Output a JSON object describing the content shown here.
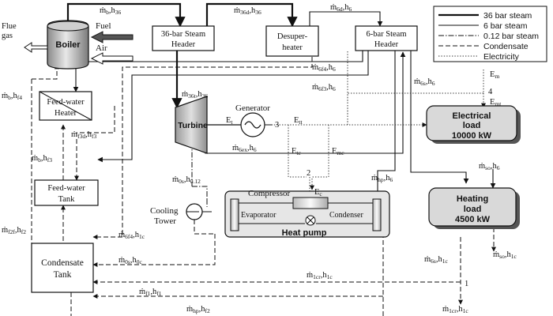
{
  "legend": {
    "items": [
      {
        "label": "36 bar steam",
        "style": "s36"
      },
      {
        "label": "6 bar steam",
        "style": "s6"
      },
      {
        "label": "0.12 bar steam",
        "style": "s012"
      },
      {
        "label": "Condensate",
        "style": "cond"
      },
      {
        "label": "Electricity",
        "style": "elec"
      }
    ]
  },
  "components": {
    "boiler": "Boiler",
    "header36": [
      "36-bar Steam",
      "Header"
    ],
    "desuperheater": [
      "Desuper-",
      "heater"
    ],
    "header6": [
      "6-bar Steam",
      "Header"
    ],
    "feedwater_heater": [
      "Feed-water",
      "Heater"
    ],
    "feedwater_tank": [
      "Feed-water",
      "Tank"
    ],
    "condensate_tank": [
      "Condensate",
      "Tank"
    ],
    "turbine": "Turbine",
    "generator": "Generator",
    "electrical_load": [
      "Electrical",
      "load",
      "10000 kW"
    ],
    "heating_load": [
      "Heating",
      "load",
      "4500 kW"
    ],
    "cooling_tower": [
      "Cooling",
      "Tower"
    ],
    "compressor": "Compressor",
    "evaporator": "Evaporator",
    "condenser": "Condenser",
    "heat_pump": "Heat pump",
    "flue_gas": [
      "Flue",
      "gas"
    ],
    "fuel": "Fuel",
    "air": "Air"
  },
  "labels": {
    "mb_h36": {
      "m": "ṁ",
      "s1": "b",
      "h": ",h",
      "s2": "36"
    },
    "m36d_h36": {
      "m": "ṁ",
      "s1": "36d",
      "h": ",h",
      "s2": "36"
    },
    "m6d_h6": {
      "m": "ṁ",
      "s1": "6d",
      "h": ",h",
      "s2": "6"
    },
    "m6f4_h6": {
      "m": "ṁ",
      "s1": "6f4",
      "h": ",h",
      "s2": "6"
    },
    "m6f3_h6": {
      "m": "ṁ",
      "s1": "6f3",
      "h": ",h",
      "s2": "6"
    },
    "mb_hf4": {
      "m": "ṁ",
      "s1": "b",
      "h": ",h",
      "s2": "f4"
    },
    "mf3d_hf3": {
      "m": "ṁ",
      "s1": "f3d",
      "h": ",h",
      "s2": "f3"
    },
    "mb_hf3": {
      "m": "ṁ",
      "s1": "b",
      "h": ",h",
      "s2": "f3"
    },
    "m36t_h36": {
      "m": "ṁ",
      "s1": "36t",
      "h": ",h",
      "s2": "36"
    },
    "m6ex_h6": {
      "m": "ṁ",
      "s1": "6ex",
      "h": ",h",
      "s2": "6"
    },
    "m0s_h012": {
      "m": "ṁ",
      "s1": "0s",
      "h": ",h",
      "s2": "0.12"
    },
    "m6s_h6": {
      "m": "ṁ",
      "s1": "6s",
      "h": ",h",
      "s2": "6"
    },
    "mhp_h6": {
      "m": "ṁ",
      "s1": "hp",
      "h": ",h",
      "s2": "6"
    },
    "mso_h6": {
      "m": "ṁ",
      "s1": "so",
      "h": ",h",
      "s2": "6"
    },
    "mso_h1c": {
      "m": "ṁ",
      "s1": "so",
      "h": ",h",
      "s2": "1c"
    },
    "mf2f_hf2": {
      "m": "ṁ",
      "s1": "f2f",
      "h": ",h",
      "s2": "f2"
    },
    "m6f4_h1c": {
      "m": "ṁ",
      "s1": "6f4",
      "h": ",h",
      "s2": "1c"
    },
    "m0s_h0c": {
      "m": "ṁ",
      "s1": "0s",
      "h": ",h",
      "s2": "0c"
    },
    "m6s_h1c": {
      "m": "ṁ",
      "s1": "6s",
      "h": ",h",
      "s2": "1c"
    },
    "m1cr_h1c_mid": {
      "m": "ṁ",
      "s1": "1cr",
      "h": ",h",
      "s2": "1c"
    },
    "mf1_hf1": {
      "m": "ṁ",
      "s1": "f1",
      "h": ",h",
      "s2": "f1"
    },
    "mhp_hf2": {
      "m": "ṁ",
      "s1": "hp",
      "h": ",h",
      "s2": "f2"
    },
    "m1cr_h1c_bot": {
      "m": "ṁ",
      "s1": "1cr",
      "h": ",h",
      "s2": "1c"
    },
    "Em": {
      "m": "E",
      "s1": "m"
    },
    "Emt": {
      "m": "E",
      "s1": "mt"
    },
    "Et": {
      "m": "E",
      "s1": "t"
    },
    "Ett": {
      "m": "E",
      "s1": "tt"
    },
    "Etc": {
      "m": "E",
      "s1": "tc"
    },
    "Emc": {
      "m": "E",
      "s1": "mc"
    },
    "Ec": {
      "m": "E",
      "s1": "c"
    }
  },
  "nodes": {
    "n1": "1",
    "n2": "2",
    "n3": "3",
    "n4": "4"
  }
}
